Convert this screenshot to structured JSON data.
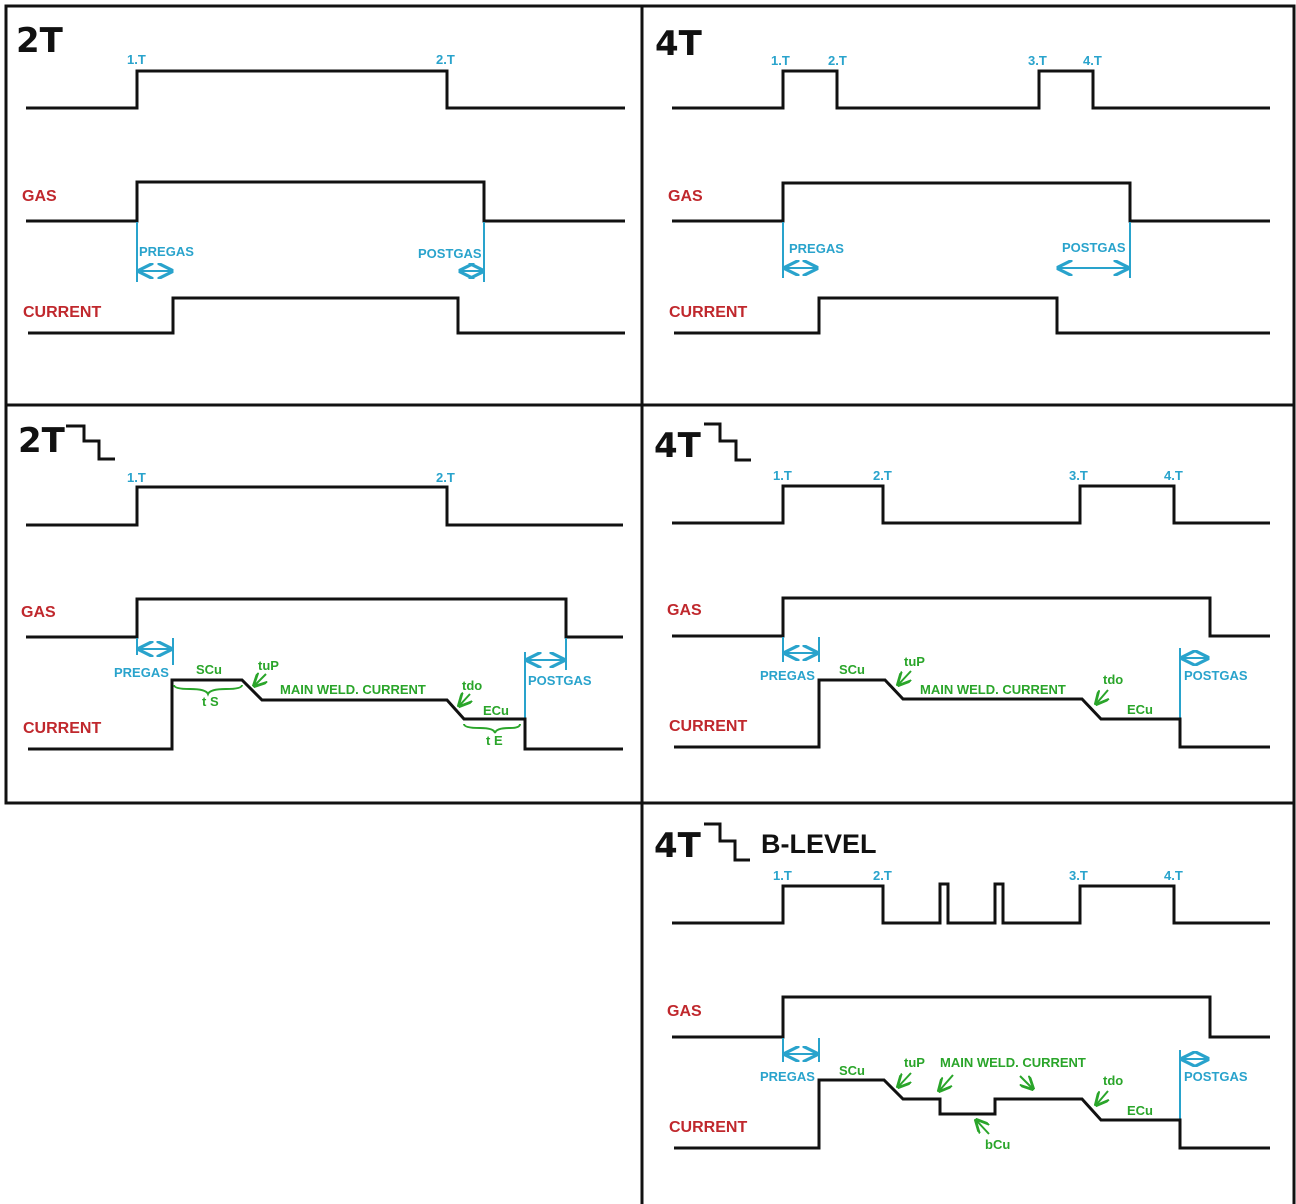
{
  "colors": {
    "signal": "#111111",
    "trigger_label": "#29a3cc",
    "signal_label": "#c0282d",
    "phase_label": "#2aa52a"
  },
  "panels": [
    {
      "title": "2T",
      "trigger_labels": [
        "1.T",
        "2.T"
      ],
      "gas_label": "GAS",
      "current_label": "CURRENT",
      "pregas_label": "PREGAS",
      "postgas_label": "POSTGAS"
    },
    {
      "title": "4T",
      "trigger_labels": [
        "1.T",
        "2.T",
        "3.T",
        "4.T"
      ],
      "gas_label": "GAS",
      "current_label": "CURRENT",
      "pregas_label": "PREGAS",
      "postgas_label": "POSTGAS"
    },
    {
      "title": "2T",
      "trigger_labels": [
        "1.T",
        "2.T"
      ],
      "gas_label": "GAS",
      "current_label": "CURRENT",
      "pregas_label": "PREGAS",
      "postgas_label": "POSTGAS",
      "phase_labels": {
        "scu": "SCu",
        "ts": "t S",
        "tup": "tuP",
        "main": "MAIN WELD. CURRENT",
        "tdo": "tdo",
        "ecu": "ECu",
        "te": "t E"
      }
    },
    {
      "title": "4T",
      "trigger_labels": [
        "1.T",
        "2.T",
        "3.T",
        "4.T"
      ],
      "gas_label": "GAS",
      "current_label": "CURRENT",
      "pregas_label": "PREGAS",
      "postgas_label": "POSTGAS",
      "phase_labels": {
        "scu": "SCu",
        "tup": "tuP",
        "main": "MAIN WELD. CURRENT",
        "tdo": "tdo",
        "ecu": "ECu"
      }
    },
    {
      "title": "4T",
      "title_suffix": "B-LEVEL",
      "trigger_labels": [
        "1.T",
        "2.T",
        "3.T",
        "4.T"
      ],
      "gas_label": "GAS",
      "current_label": "CURRENT",
      "pregas_label": "PREGAS",
      "postgas_label": "POSTGAS",
      "phase_labels": {
        "scu": "SCu",
        "tup": "tuP",
        "main": "MAIN WELD. CURRENT",
        "tdo": "tdo",
        "ecu": "ECu",
        "bcu": "bCu"
      }
    }
  ]
}
